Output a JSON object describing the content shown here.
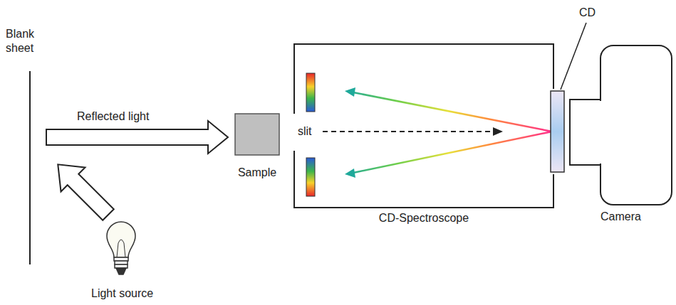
{
  "diagram": {
    "nodes": [
      {
        "text": [
          "Sample"
        ]
      },
      {
        "text": [
          "CD-Spectroscope"
        ]
      },
      {
        "text": [
          "Camera"
        ]
      }
    ],
    "labels": [
      "Blank sheet",
      "Reflected light",
      "slit",
      "CD",
      "Light source"
    ]
  }
}
